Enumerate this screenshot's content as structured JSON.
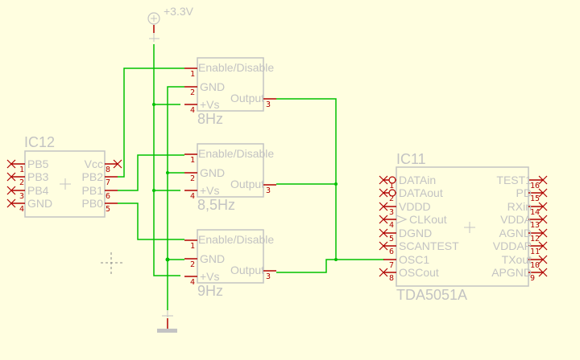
{
  "app": "Schematic editor",
  "colors": {
    "background": "#fffee0",
    "wire": "#00c000",
    "pin": "#b00000",
    "symbol": "#c3c3c3"
  },
  "supply": {
    "label": "+3.3V",
    "icon": "supply-circle-plus-icon"
  },
  "ground": {
    "icon": "ground-icon"
  },
  "oscillators": [
    {
      "value": "8Hz",
      "pins": {
        "enable": "Enable/Disable",
        "gnd": "GND",
        "vs": "+Vs",
        "out": "Output"
      },
      "pin_numbers": [
        "1",
        "2",
        "4",
        "3"
      ]
    },
    {
      "value": "8,5Hz",
      "pins": {
        "enable": "Enable/Disable",
        "gnd": "GND",
        "vs": "+Vs",
        "out": "Output"
      },
      "pin_numbers": [
        "1",
        "2",
        "4",
        "3"
      ]
    },
    {
      "value": "9Hz",
      "pins": {
        "enable": "Enable/Disable",
        "gnd": "GND",
        "vs": "+Vs",
        "out": "Output"
      },
      "pin_numbers": [
        "1",
        "2",
        "4",
        "3"
      ]
    }
  ],
  "ic12": {
    "name": "IC12",
    "left_pins": [
      {
        "num": "1",
        "label": "PB5"
      },
      {
        "num": "2",
        "label": "PB3"
      },
      {
        "num": "3",
        "label": "PB4"
      },
      {
        "num": "4",
        "label": "GND"
      }
    ],
    "right_pins": [
      {
        "num": "8",
        "label": "Vcc"
      },
      {
        "num": "7",
        "label": "PB2"
      },
      {
        "num": "6",
        "label": "PB1"
      },
      {
        "num": "5",
        "label": "PB0"
      }
    ]
  },
  "ic11": {
    "name": "IC11",
    "value": "TDA5051A",
    "left_pins": [
      {
        "num": "1",
        "label": "DATAin"
      },
      {
        "num": "2",
        "label": "DATAout"
      },
      {
        "num": "3",
        "label": "VDDD"
      },
      {
        "num": "4",
        "label": "CLKout"
      },
      {
        "num": "5",
        "label": "DGND"
      },
      {
        "num": "6",
        "label": "SCANTEST"
      },
      {
        "num": "7",
        "label": "OSC1"
      },
      {
        "num": "8",
        "label": "OSCout"
      }
    ],
    "right_pins": [
      {
        "num": "16",
        "label": "TEST1"
      },
      {
        "num": "15",
        "label": "PD"
      },
      {
        "num": "14",
        "label": "RXin"
      },
      {
        "num": "13",
        "label": "VDDA"
      },
      {
        "num": "12",
        "label": "AGND"
      },
      {
        "num": "11",
        "label": "VDDAP"
      },
      {
        "num": "10",
        "label": "TXout"
      },
      {
        "num": "9",
        "label": "APGND"
      }
    ]
  },
  "cursor": {
    "icon": "crosshair-cursor-icon"
  }
}
